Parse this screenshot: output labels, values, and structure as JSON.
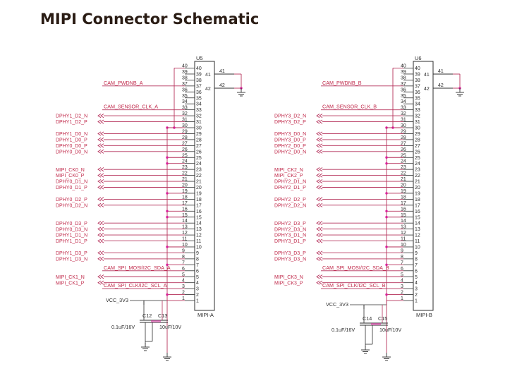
{
  "title": "MIPI Connector Schematic",
  "colors": {
    "wire": "#b5305a",
    "junction": "#d8209a",
    "ink": "#2d2d2d",
    "label": "#c0294a",
    "title": "#2a1c14"
  },
  "connectors": [
    {
      "ref": "U5",
      "part": "MIPI-A",
      "pwdn": "CAM_PWDNB_A",
      "clk": "CAM_SENSOR_CLK_A",
      "sda": "CAM_SPI_MOSI/I2C_SDA_A",
      "scl": "CAM_SPI_CLK/I2C_SCL_A",
      "vcc": "VCC_3V3",
      "caps": [
        {
          "ref": "C12",
          "value": "0.1uF/16V"
        },
        {
          "ref": "C13",
          "value": "10uF/10V"
        }
      ],
      "nets": [
        {
          "pin": "32",
          "name": "DPHY1_D2_N"
        },
        {
          "pin": "31",
          "name": "DPHY1_D2_P"
        },
        {
          "pin": "29",
          "name": "DPHY1_D0_N"
        },
        {
          "pin": "28",
          "name": "DPHY1_D0_P"
        },
        {
          "pin": "27",
          "name": "DPHY0_D0_P"
        },
        {
          "pin": "26",
          "name": "DPHY0_D0_N"
        },
        {
          "pin": "23",
          "name": "MIPI_CK0_N"
        },
        {
          "pin": "22",
          "name": "MIPI_CK0_P"
        },
        {
          "pin": "21",
          "name": "DPHY0_D1_N"
        },
        {
          "pin": "20",
          "name": "DPHY0_D1_P"
        },
        {
          "pin": "18",
          "name": "DPHY0_D2_P"
        },
        {
          "pin": "17",
          "name": "DPHY0_D2_N"
        },
        {
          "pin": "14",
          "name": "DPHY0_D3_P"
        },
        {
          "pin": "13",
          "name": "DPHY0_D3_N"
        },
        {
          "pin": "12",
          "name": "DPHY1_D1_N"
        },
        {
          "pin": "11",
          "name": "DPHY1_D1_P"
        },
        {
          "pin": "9",
          "name": "DPHY1_D3_P"
        },
        {
          "pin": "8",
          "name": "DPHY1_D3_N"
        },
        {
          "pin": "5",
          "name": "MIPI_CK1_N"
        },
        {
          "pin": "4",
          "name": "MIPI_CK1_P"
        }
      ]
    },
    {
      "ref": "U6",
      "part": "MIPI-B",
      "pwdn": "CAM_PWDNB_B",
      "clk": "CAM_SENSOR_CLK_B",
      "sda": "CAM_SPI_MOSI/I2C_SDA_B",
      "scl": "CAM_SPI_CLK/I2C_SCL_B",
      "vcc": "VCC_3V3",
      "caps": [
        {
          "ref": "C14",
          "value": "0.1uF/16V"
        },
        {
          "ref": "C15",
          "value": "10uF/10V"
        }
      ],
      "nets": [
        {
          "pin": "32",
          "name": "DPHY3_D2_N"
        },
        {
          "pin": "31",
          "name": "DPHY3_D2_P"
        },
        {
          "pin": "29",
          "name": "DPHY3_D0_N"
        },
        {
          "pin": "28",
          "name": "DPHY3_D0_P"
        },
        {
          "pin": "27",
          "name": "DPHY2_D0_P"
        },
        {
          "pin": "26",
          "name": "DPHY2_D0_N"
        },
        {
          "pin": "23",
          "name": "MIPI_CK2_N"
        },
        {
          "pin": "22",
          "name": "MIPI_CK2_P"
        },
        {
          "pin": "21",
          "name": "DPHY2_D1_N"
        },
        {
          "pin": "20",
          "name": "DPHY2_D1_P"
        },
        {
          "pin": "18",
          "name": "DPHY2_D2_P"
        },
        {
          "pin": "17",
          "name": "DPHY2_D2_N"
        },
        {
          "pin": "14",
          "name": "DPHY2_D3_P"
        },
        {
          "pin": "13",
          "name": "DPHY2_D3_N"
        },
        {
          "pin": "12",
          "name": "DPHY3_D1_N"
        },
        {
          "pin": "11",
          "name": "DPHY3_D1_P"
        },
        {
          "pin": "9",
          "name": "DPHY3_D3_P"
        },
        {
          "pin": "8",
          "name": "DPHY3_D3_N"
        },
        {
          "pin": "5",
          "name": "MIPI_CK3_N"
        },
        {
          "pin": "4",
          "name": "MIPI_CK3_P"
        }
      ]
    }
  ]
}
